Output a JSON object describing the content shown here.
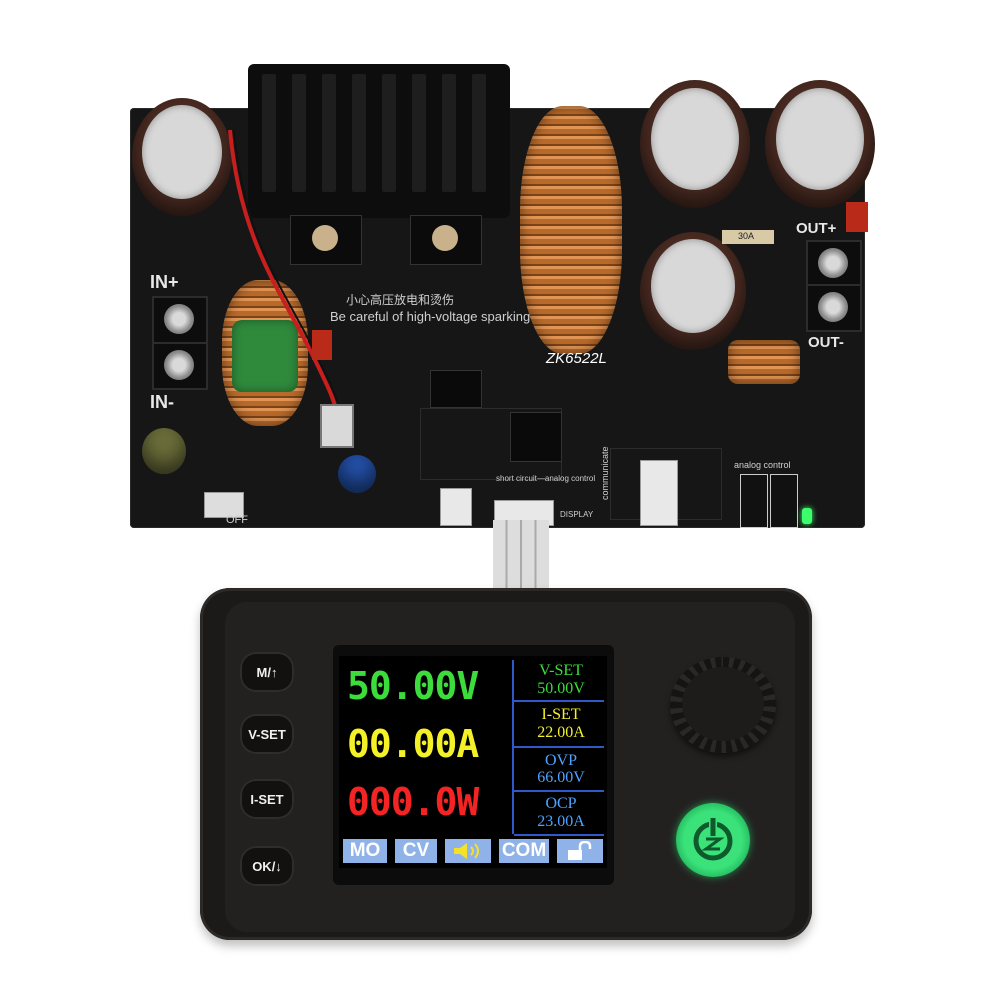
{
  "board": {
    "model": "ZK6522L",
    "warning_cn": "小心高压放电和烫伤",
    "warning_en": "Be careful of high-voltage sparking",
    "in_plus": "IN+",
    "in_minus": "IN-",
    "out_plus": "OUT+",
    "out_minus": "OUT-",
    "off_label": "OFF",
    "short_circuit": "short circuit—analog control",
    "display_label": "DISPLAY",
    "communicate": "communicate",
    "analog_control": "analog control",
    "fuse": "30A"
  },
  "module": {
    "buttons": [
      "M/↑",
      "V-SET",
      "I-SET",
      "OK/↓"
    ],
    "readings": {
      "voltage": "50.00V",
      "current": "00.00A",
      "power": "000.0W"
    },
    "settings": {
      "vset_label": "V-SET",
      "vset_value": "50.00V",
      "iset_label": "I-SET",
      "iset_value": "22.00A",
      "ovp_label": "OVP",
      "ovp_value": "66.00V",
      "ocp_label": "OCP",
      "ocp_value": "23.00A"
    },
    "status_bar": {
      "mode": "MO",
      "cv": "CV",
      "com": "COM"
    },
    "colors": {
      "voltage": "#3ddc3d",
      "current": "#f4f226",
      "power": "#f42424",
      "vset": "#3ddc3d",
      "iset": "#f4f226",
      "ovp_ocp": "#4fa3ff",
      "status_bg": "#8fb2e8",
      "speaker": "#f4e22a",
      "power_button": "#2fd86a"
    }
  }
}
